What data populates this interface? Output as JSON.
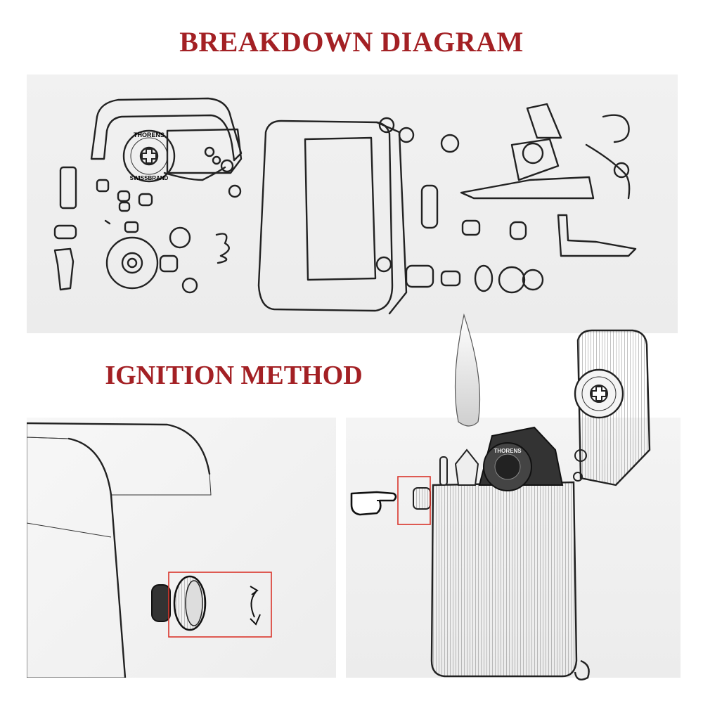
{
  "titles": {
    "breakdown": "BREAKDOWN DIAGRAM",
    "ignition": "IGNITION METHOD"
  },
  "emblem": {
    "top_text": "THORENS",
    "bottom_text": "SWISSBRAND",
    "cross_icon": "swiss-cross-icon"
  },
  "inner_emblem_text": "THORENS",
  "colors": {
    "title": "#a32024",
    "highlight_box": "#d9342b",
    "ink": "#222222",
    "panel_bg": "#eeeeee"
  },
  "icons": {
    "rotate": "rotate-arrows-icon",
    "pointer": "pointing-hand-icon",
    "flame": "flame-icon"
  }
}
